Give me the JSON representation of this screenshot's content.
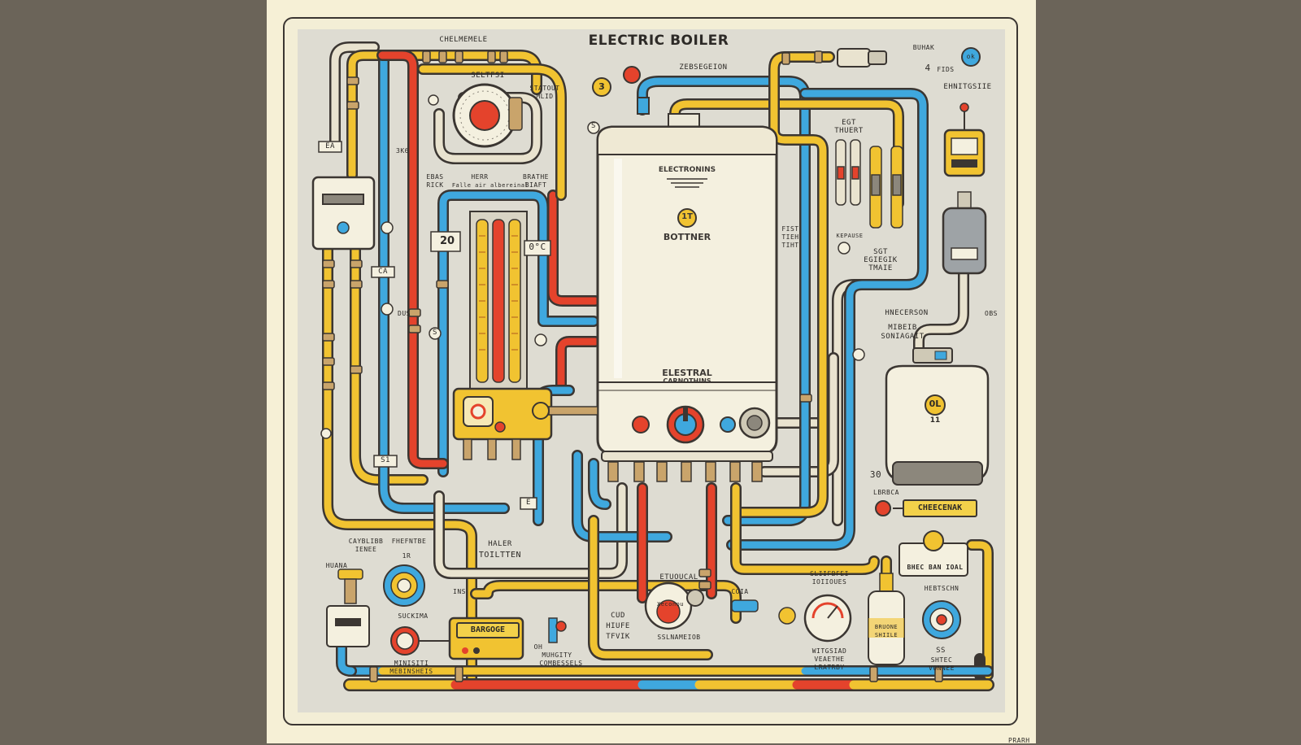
{
  "title": "ELECTRIC BOILER",
  "colors": {
    "hot_pipe": "#e4432c",
    "cold_pipe": "#3fa8de",
    "gas_pipe": "#f1c331",
    "neutral_pipe": "#e9e3cf",
    "outline": "#3b3632",
    "panel": "#dedcd2",
    "frame": "#f3eed6"
  },
  "boiler": {
    "top_label": "ELECTRONINS",
    "badge_text": "1T",
    "name": "BOTTNER",
    "bottom_label_line1": "ELESTRAL",
    "bottom_label_line2": "CARNOTHINS"
  },
  "expansion_tank": {
    "badge": "0L",
    "sub": "11"
  },
  "labels": {
    "cheatmetele": "CHELMEMELE",
    "seltfsi": "SELTFSI",
    "statout": "STATOUT",
    "mlid": "MLID",
    "zebsegeion": "ZEBSEGEION",
    "buhak": "BUHAK",
    "num4": "4",
    "fids": "FIDS",
    "ok": "ok",
    "ehnitgsiie": "EHNITGSIIE",
    "ea": "EA",
    "s_mark": "S",
    "num3": "3",
    "three_kb": "3K6",
    "ebas": "EBAS",
    "rick": "RICK",
    "herr": "HERR",
    "falle": "Falle air albereinal",
    "brathe": "BRATHE",
    "biaft": "BIAFT",
    "egt": "EGT",
    "thuerl": "THUERT",
    "num20": "20",
    "oc": "0°C",
    "ca": "CA",
    "dus": "DUS",
    "s_small": "S",
    "fistu": "FIST",
    "tieh": "TIEH",
    "tiht": "TIHT",
    "kepause": "KEPAUSE",
    "sgt": "SGT",
    "egiegik": "EGIEGIK",
    "tmaie": "TMAIE",
    "hnecerson": "HNECERSON",
    "mibeib": "MIBEIB",
    "soniadagit": "SONIAGAIT",
    "obs": "OBS",
    "num30": "30",
    "lbrbca": "LBRBCA",
    "checkenak": "CHEECENAK",
    "bhec_ban_ioal": "BHEC BAN IOAL",
    "s1": "S1",
    "e_tag": "E",
    "cayblibb": "CAYBLIBB",
    "ienee": "IENEE",
    "fhefntbe": "FHEFNTBE",
    "one_r": "1R",
    "haler": "HALER",
    "toiltten": "TOILTTEN",
    "ina": "INS",
    "suckima": "SUCKIMA",
    "bargoge": "BARGOGE",
    "minisiti": "MINISITI",
    "mebinsheis": "MEBINSHEIS",
    "oh": "OH",
    "muhgity": "MUHGITY",
    "combiessels": "COMBESSELS",
    "etuoucal": "ETUOUCAL",
    "cud": "CUD",
    "hiufe": "HIUFE",
    "tfvik": "TFVIK",
    "sslnameiob": "SSLNAMEIOB",
    "xeconou": "Xeconou",
    "coia": "COIA",
    "sliifbfei": "SLIIFBFEI",
    "ioiioues": "IOIIOUES",
    "witgsiad": "WITGSIAD",
    "veaethe": "VEAETHE",
    "lratrby": "LRATRBY",
    "bruone": "BRUONE",
    "shiile": "SHIILE",
    "hebtschn": "HEBTSCHN",
    "ss": "SS",
    "shtec": "SHTEC",
    "vonnee": "VONNEE",
    "huana": "HUANA",
    "prarh": "PRARH"
  }
}
